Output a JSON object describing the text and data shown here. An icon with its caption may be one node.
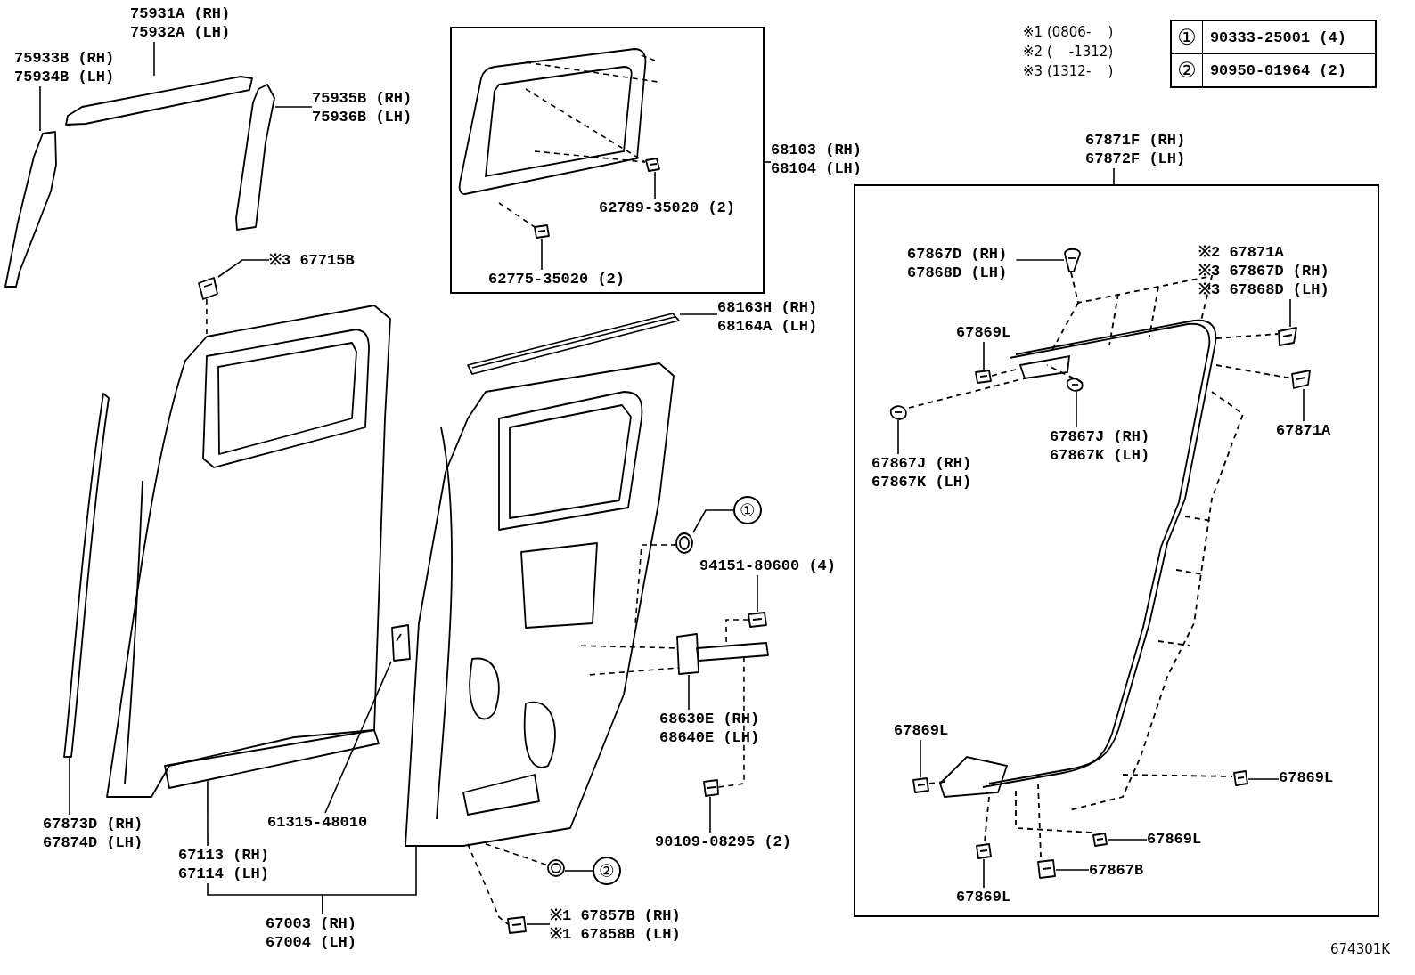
{
  "diagram": {
    "nodes": [
      {
        "text": [
          "75931A (RH) 75932A (LH)"
        ]
      },
      {
        "text": [
          "75933B (RH) 75934B (LH)"
        ]
      },
      {
        "text": [
          "75935B (RH) 75936B (LH)"
        ]
      },
      {
        "text": [],
        "shape": "box"
      },
      {
        "text": [
          "62789-35020 (2)"
        ],
        "in": 3
      },
      {
        "text": [
          "62775-35020 (2)"
        ],
        "in": 3
      },
      {
        "text": [
          "68103 (RH) 68104 (LH)"
        ]
      },
      {
        "text": [
          "※3 67715B"
        ]
      },
      {
        "text": [
          "68163H (RH) 68164A (LH)"
        ]
      },
      {
        "text": [
          "①"
        ]
      },
      {
        "text": [
          "94151-80600 (4)"
        ]
      },
      {
        "text": [
          "68630E (RH) 68640E (LH)"
        ]
      },
      {
        "text": [
          "90109-08295 (2)"
        ]
      },
      {
        "text": [
          "②"
        ]
      },
      {
        "text": [
          "※1 67857B (RH)",
          "※1 67858B (LH)"
        ]
      },
      {
        "text": [
          "61315-48010"
        ]
      },
      {
        "text": [
          "67873D (RH) 67874D (LH)"
        ]
      },
      {
        "text": [
          "67113 (RH) 67114 (LH)"
        ]
      },
      {
        "text": [
          "67003 (RH) 67004 (LH)"
        ]
      },
      {
        "text": [],
        "shape": "box"
      },
      {
        "text": [
          "67871F (RH) 67872F (LH)"
        ]
      },
      {
        "text": [
          "67867D (RH) 67868D (LH)"
        ],
        "in": 19
      },
      {
        "text": [
          "※2 67871A",
          "※3 67867D (RH)",
          "※3 67868D (LH)"
        ],
        "in": 19
      },
      {
        "text": [
          "67869L"
        ],
        "in": 19
      },
      {
        "text": [
          "67867J (RH) 67867K (LH)"
        ],
        "in": 19
      },
      {
        "text": [
          "67867J (RH) 67867K (LH)"
        ],
        "in": 19
      },
      {
        "text": [
          "67871A"
        ],
        "in": 19
      },
      {
        "text": [
          "67869L"
        ],
        "in": 19
      },
      {
        "text": [
          "67869L"
        ],
        "in": 19
      },
      {
        "text": [
          "67869L"
        ],
        "in": 19
      },
      {
        "text": [
          "67867B"
        ],
        "in": 19
      },
      {
        "text": [
          "67869L"
        ],
        "in": 19
      },
      {
        "text": [],
        "shape": "picture"
      },
      {
        "text": [],
        "shape": "picture"
      },
      {
        "text": [],
        "shape": "picture"
      },
      {
        "text": [],
        "shape": "picture",
        "in": 3
      },
      {
        "text": [],
        "shape": "picture",
        "in": 3
      },
      {
        "text": [],
        "shape": "picture"
      },
      {
        "text": [],
        "shape": "picture"
      },
      {
        "text": [],
        "shape": "picture"
      },
      {
        "text": [],
        "shape": "picture"
      },
      {
        "text": [],
        "shape": "picture"
      },
      {
        "text": [],
        "shape": "picture"
      },
      {
        "text": [],
        "shape": "picture"
      },
      {
        "text": [],
        "shape": "picture"
      },
      {
        "text": [],
        "shape": "picture"
      },
      {
        "text": [],
        "shape": "picture"
      },
      {
        "text": [],
        "shape": "picture"
      },
      {
        "text": [],
        "shape": "picture"
      },
      {
        "text": [],
        "shape": "picture",
        "in": 19
      },
      {
        "text": [],
        "shape": "picture",
        "in": 19
      },
      {
        "text": [],
        "shape": "picture",
        "in": 19
      },
      {
        "text": [],
        "shape": "picture",
        "in": 19
      },
      {
        "text": [],
        "shape": "picture",
        "in": 19
      },
      {
        "text": [],
        "shape": "picture",
        "in": 19
      },
      {
        "text": [],
        "shape": "picture",
        "in": 19
      },
      {
        "text": [],
        "shape": "picture",
        "in": 19
      },
      {
        "text": [],
        "shape": "picture",
        "in": 19
      },
      {
        "text": [],
        "shape": "picture",
        "in": 19
      },
      {
        "text": [],
        "shape": "picture",
        "in": 19
      }
    ],
    "edges": [
      {
        "from": 0,
        "to": 32,
        "arrow": "none"
      },
      {
        "from": 1,
        "to": 33,
        "arrow": "none"
      },
      {
        "from": 2,
        "to": 34,
        "arrow": "none"
      },
      {
        "from": 6,
        "to": 3,
        "arrow": "none"
      },
      {
        "from": 4,
        "to": 35,
        "arrow": "none"
      },
      {
        "from": 5,
        "to": 36,
        "arrow": "none"
      },
      {
        "from": 7,
        "to": 37,
        "arrow": "none"
      },
      {
        "from": 8,
        "to": 38,
        "arrow": "none"
      },
      {
        "from": 9,
        "to": 39,
        "arrow": "none"
      },
      {
        "from": 10,
        "to": 40,
        "arrow": "none"
      },
      {
        "from": 11,
        "to": 41,
        "arrow": "none"
      },
      {
        "from": 12,
        "to": 42,
        "arrow": "none"
      },
      {
        "from": 13,
        "to": 43,
        "arrow": "none"
      },
      {
        "from": 14,
        "to": 44,
        "arrow": "none"
      },
      {
        "from": 15,
        "to": 45,
        "arrow": "none"
      },
      {
        "from": 16,
        "to": 46,
        "arrow": "none"
      },
      {
        "from": 17,
        "to": 47,
        "arrow": "none"
      },
      {
        "from": 18,
        "to": 48,
        "arrow": "none"
      },
      {
        "from": 20,
        "to": 19,
        "arrow": "none"
      },
      {
        "from": 21,
        "to": 49,
        "arrow": "none"
      },
      {
        "from": 22,
        "to": 50,
        "arrow": "none"
      },
      {
        "from": 23,
        "to": 51,
        "arrow": "none"
      },
      {
        "from": 24,
        "to": 52,
        "arrow": "none"
      },
      {
        "from": 25,
        "to": 53,
        "arrow": "none"
      },
      {
        "from": 26,
        "to": 54,
        "arrow": "none"
      },
      {
        "from": 27,
        "to": 55,
        "arrow": "none"
      },
      {
        "from": 28,
        "to": 56,
        "arrow": "none"
      },
      {
        "from": 29,
        "to": 57,
        "arrow": "none"
      },
      {
        "from": 30,
        "to": 58,
        "arrow": "none"
      },
      {
        "from": 31,
        "to": 59,
        "arrow": "none"
      },
      {
        "from": 18,
        "to": 17,
        "arrow": "none"
      },
      {
        "from": 37,
        "to": 47,
        "arrow": "none",
        "style": "dashed"
      },
      {
        "from": 39,
        "to": 48,
        "arrow": "none",
        "style": "dashed"
      },
      {
        "from": 48,
        "to": 41,
        "arrow": "none",
        "style": "dashed"
      },
      {
        "from": 48,
        "to": 41,
        "arrow": "none",
        "style": "dashed"
      },
      {
        "from": 40,
        "to": 41,
        "arrow": "none",
        "style": "dashed"
      },
      {
        "from": 41,
        "to": 42,
        "arrow": "none",
        "style": "dashed"
      },
      {
        "from": 48,
        "to": 44,
        "arrow": "none",
        "style": "dashed"
      },
      {
        "from": 48,
        "to": 43,
        "arrow": "none",
        "style": "dashed"
      }
    ],
    "labels": [
      "※1 (0806-    )",
      "※2 (    -1312)",
      "※3 (1312-    )",
      "①",
      "90333-25001 (4)",
      "②",
      "90950-01964 (2)",
      "674301K"
    ]
  }
}
